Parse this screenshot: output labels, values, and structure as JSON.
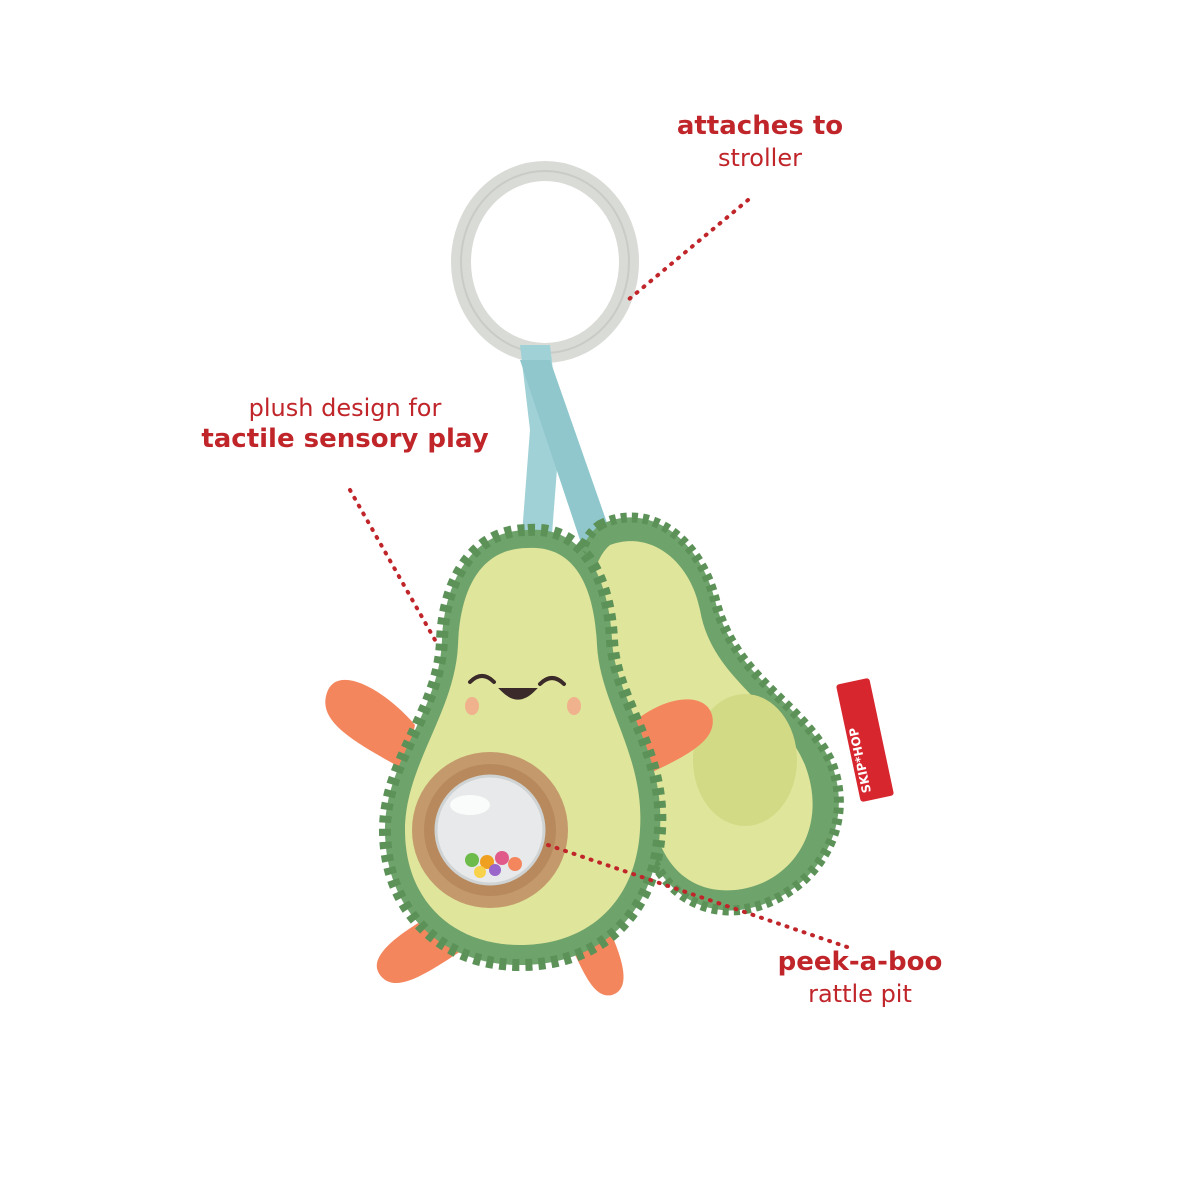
{
  "annotations": {
    "stroller": {
      "bold": "attaches to",
      "light": "stroller"
    },
    "plush": {
      "light": "plush design for",
      "bold": "tactile sensory play"
    },
    "rattle": {
      "bold": "peek-a-boo",
      "light": "rattle pit"
    }
  },
  "brand_tag": "SKIP*HOP",
  "colors": {
    "accent_red": "#c0252a",
    "avocado_flesh": "#dfe59a",
    "avocado_skin": "#6fa36c",
    "ring": "#d9dbd6",
    "ribbon": "#9fd1d6",
    "limbs": "#f4865e",
    "wood": "#c49a6c"
  }
}
